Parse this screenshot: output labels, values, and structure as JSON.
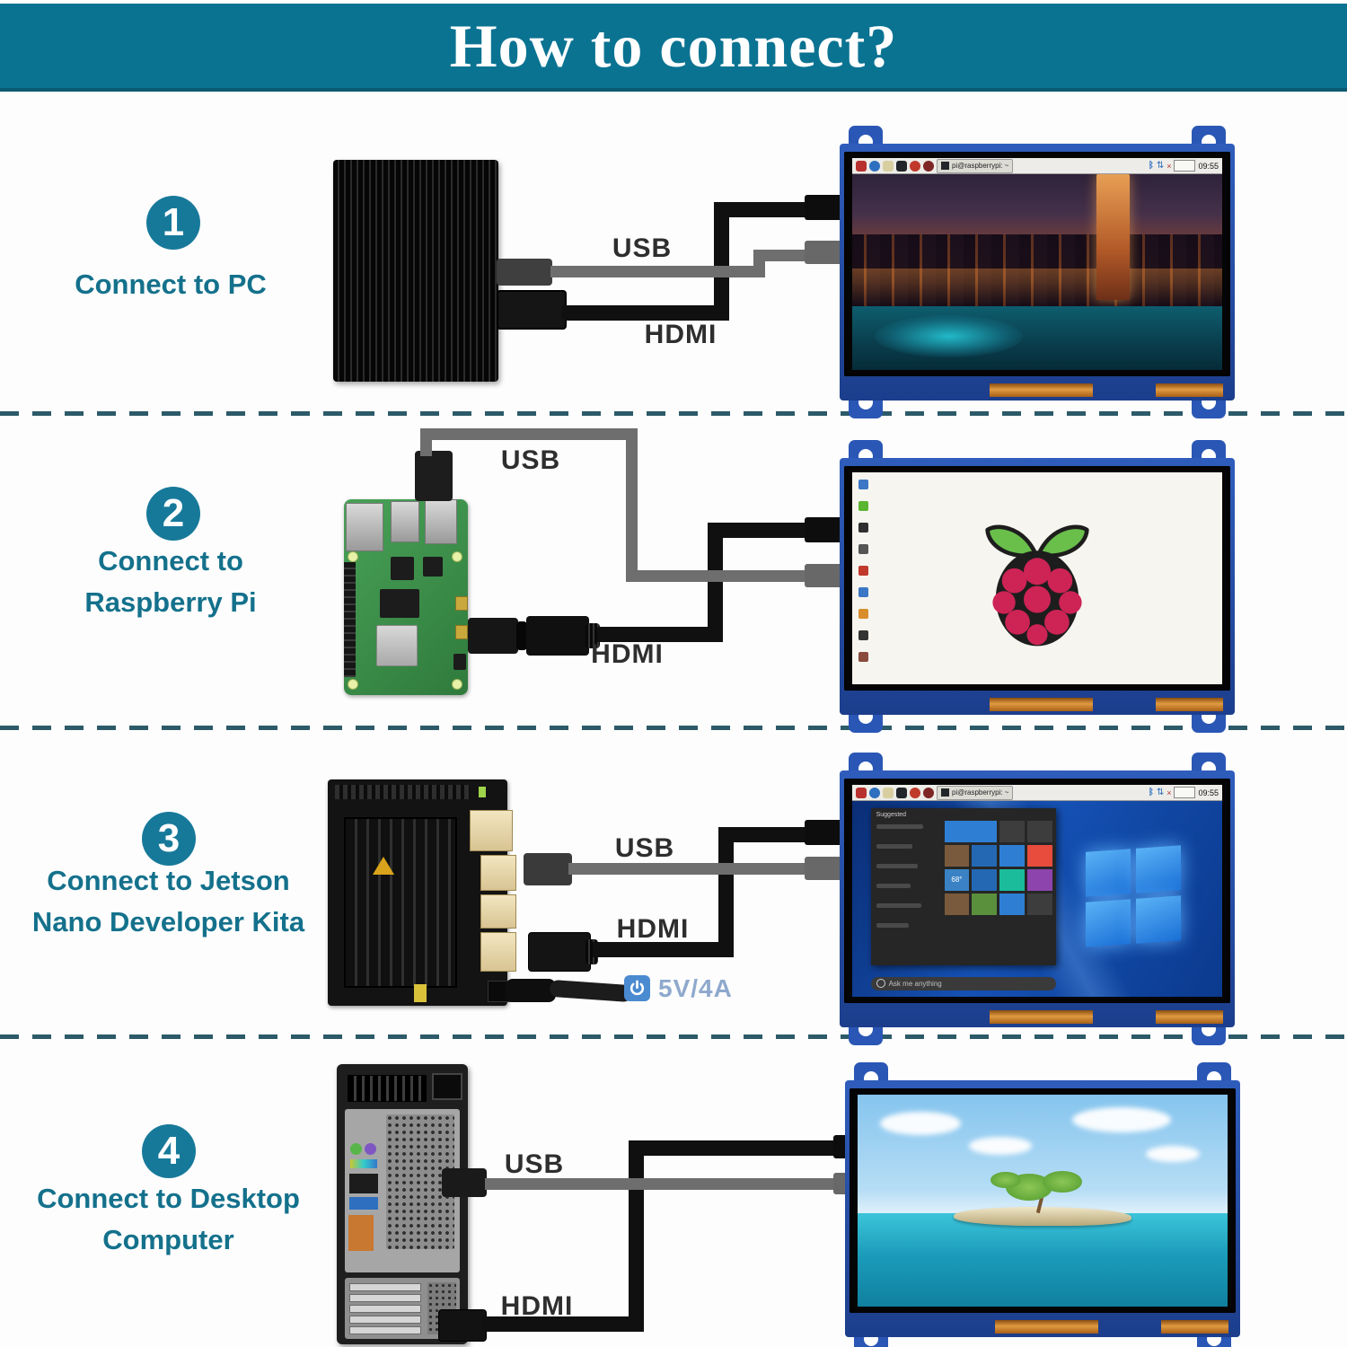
{
  "title": "How to connect?",
  "sections": [
    {
      "number": "1",
      "label_line1": "Connect to PC",
      "label_line2": "",
      "usb": "USB",
      "hdmi": "HDMI"
    },
    {
      "number": "2",
      "label_line1": "Connect to",
      "label_line2": "Raspberry Pi",
      "usb": "USB",
      "hdmi": "HDMI"
    },
    {
      "number": "3",
      "label_line1": "Connect to Jetson",
      "label_line2": "Nano Developer Kita",
      "usb": "USB",
      "hdmi": "HDMI",
      "power": "5V/4A"
    },
    {
      "number": "4",
      "label_line1": "Connect to Desktop",
      "label_line2": "Computer",
      "usb": "USB",
      "hdmi": "HDMI"
    }
  ],
  "screens": {
    "pi_taskbar": {
      "window_title": "pi@raspberrypi: ~",
      "time": "09:55"
    },
    "windows": {
      "suggested": "Suggested",
      "weather_temp": "68°",
      "search": "Ask me anything"
    }
  },
  "devices": [
    "mini PC",
    "Raspberry Pi",
    "Jetson Nano Developer Kit",
    "Desktop computer rear"
  ],
  "colors": {
    "banner": "#0b7392",
    "accent_circle": "#17799a",
    "section_text": "#14718c",
    "dash_line": "#2c5a68",
    "cable_gray": "#6e6e6e",
    "cable_black": "#101010",
    "monitor_frame_blue": "#2a57b5",
    "copper": "#d88e2e",
    "power_icon_blue": "#4a8ad0",
    "power_text": "#8fa9cd"
  }
}
